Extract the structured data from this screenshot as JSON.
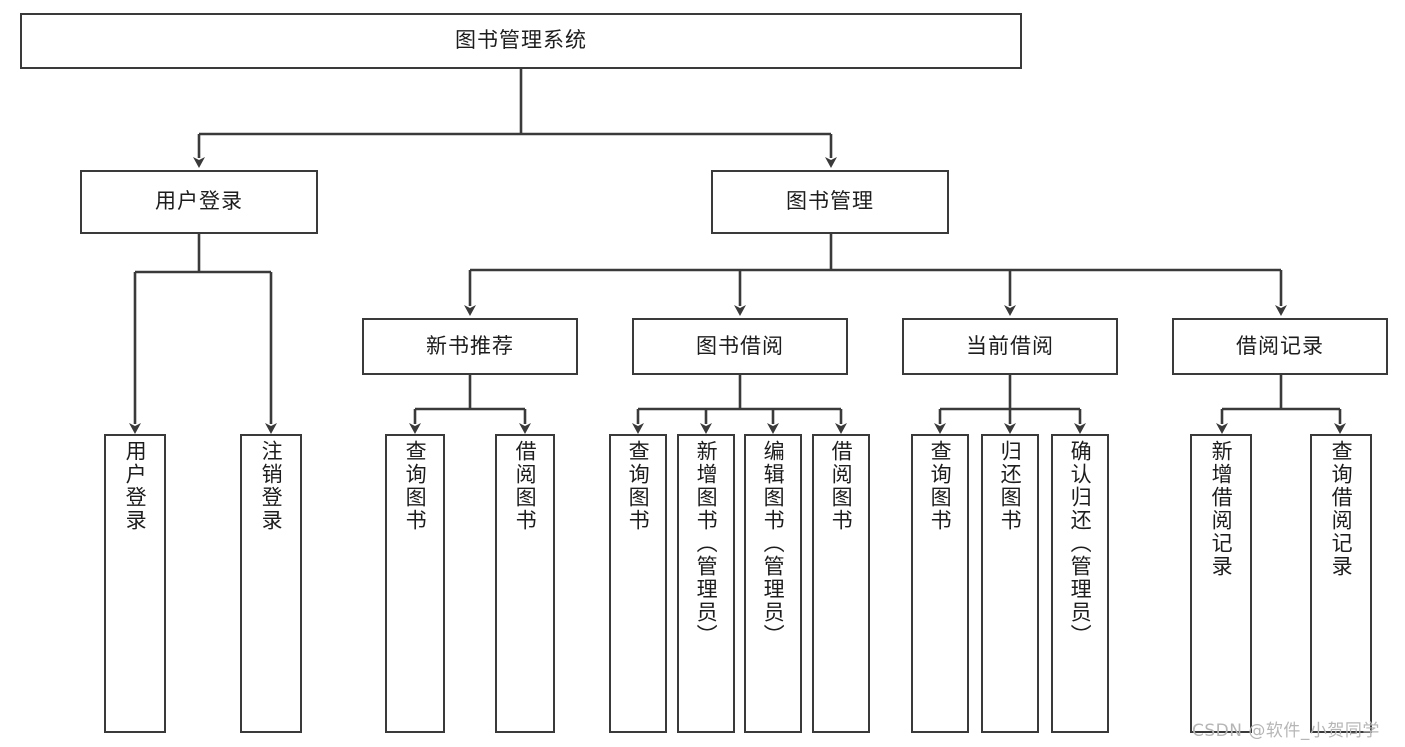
{
  "diagram": {
    "type": "tree",
    "title": "图书管理系统",
    "root": {
      "label": "图书管理系统",
      "children": [
        {
          "label": "用户登录",
          "children": [
            {
              "label": "用户登录"
            },
            {
              "label": "注销登录"
            }
          ]
        },
        {
          "label": "图书管理",
          "children": [
            {
              "label": "新书推荐",
              "children": [
                {
                  "label": "查询图书"
                },
                {
                  "label": "借阅图书"
                }
              ]
            },
            {
              "label": "图书借阅",
              "children": [
                {
                  "label": "查询图书"
                },
                {
                  "label": "新增图书（管理员）"
                },
                {
                  "label": "编辑图书（管理员）"
                },
                {
                  "label": "借阅图书"
                }
              ]
            },
            {
              "label": "当前借阅",
              "children": [
                {
                  "label": "查询图书"
                },
                {
                  "label": "归还图书"
                },
                {
                  "label": "确认归还（管理员）"
                }
              ]
            },
            {
              "label": "借阅记录",
              "children": [
                {
                  "label": "新增借阅记录"
                },
                {
                  "label": "查询借阅记录"
                }
              ]
            }
          ]
        }
      ]
    },
    "nodes": {
      "root": "图书管理系统",
      "user_login": "用户登录",
      "book_manage": "图书管理",
      "new_book_rec": "新书推荐",
      "book_borrow": "图书借阅",
      "current_borrow": "当前借阅",
      "borrow_record": "借阅记录",
      "leaf_user_login": "用户登录",
      "leaf_user_logout": "注销登录",
      "leaf_rec_query": "查询图书",
      "leaf_rec_borrow": "借阅图书",
      "leaf_borrow_query": "查询图书",
      "leaf_borrow_add": "新增图书（管理员）",
      "leaf_borrow_edit": "编辑图书（管理员）",
      "leaf_borrow_do": "借阅图书",
      "leaf_cur_query": "查询图书",
      "leaf_cur_return": "归还图书",
      "leaf_cur_confirm": "确认归还（管理员）",
      "leaf_rec_add": "新增借阅记录",
      "leaf_rec_query2": "查询借阅记录"
    },
    "watermark": "CSDN @软件_小贺同学",
    "colors": {
      "stroke": "#3a3a3a",
      "text": "#1d1d1d",
      "background": "#ffffff",
      "watermark": "#b6b6b6"
    }
  }
}
